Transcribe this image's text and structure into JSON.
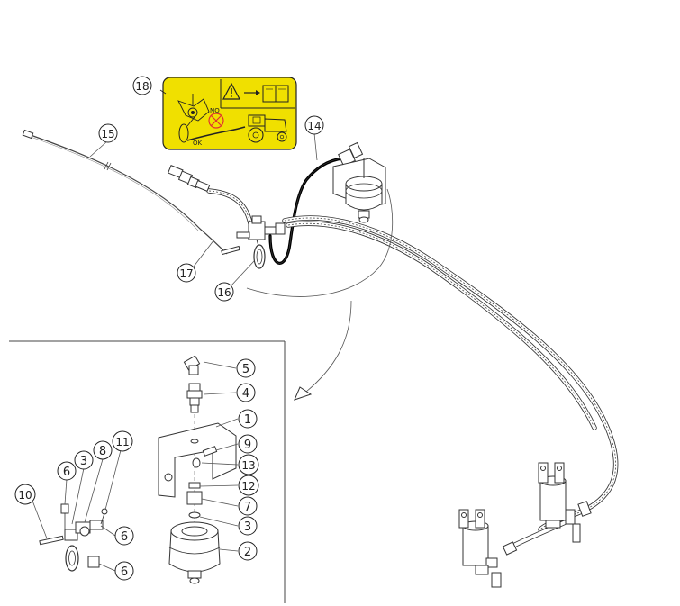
{
  "callouts": {
    "c18": "18",
    "c15": "15",
    "c14": "14",
    "c17": "17",
    "c16": "16",
    "c5": "5",
    "c4": "4",
    "c1": "1",
    "c9": "9",
    "c13": "13",
    "c12": "12",
    "c7": "7",
    "c3a": "3",
    "c2": "2",
    "c10": "10",
    "c6a": "6",
    "c3b": "3",
    "c8": "8",
    "c11": "11",
    "c6b": "6",
    "c6c": "6"
  },
  "decal": {
    "no_label": "NO",
    "ok_label": "OK"
  },
  "colors": {
    "decal_fill": "#f0e000",
    "decal_stroke": "#222222",
    "no_mark": "#e03030"
  }
}
